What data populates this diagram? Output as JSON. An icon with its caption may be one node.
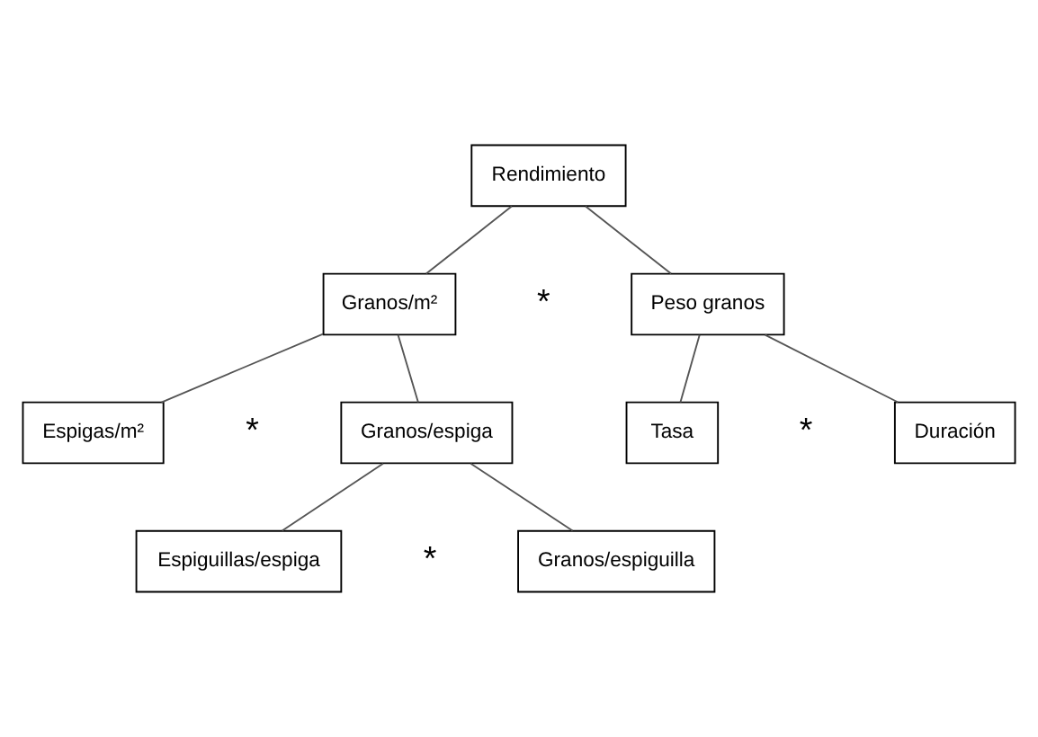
{
  "diagram": {
    "nodes": [
      {
        "text": [
          "Rendimiento"
        ]
      },
      {
        "text": [
          "Granos/m²"
        ]
      },
      {
        "text": [
          "Peso granos"
        ]
      },
      {
        "text": [
          "Espigas/m²"
        ]
      },
      {
        "text": [
          "Granos/espiga"
        ]
      },
      {
        "text": [
          "Tasa"
        ]
      },
      {
        "text": [
          "Duración"
        ]
      },
      {
        "text": [
          "Espiguillas/espiga"
        ]
      },
      {
        "text": [
          "Granos/espiguilla"
        ]
      }
    ],
    "edges": [
      {
        "from": 0,
        "to": 1,
        "arrow": "none"
      },
      {
        "from": 0,
        "to": 2,
        "arrow": "none"
      },
      {
        "from": 1,
        "to": 3,
        "arrow": "none"
      },
      {
        "from": 1,
        "to": 4,
        "arrow": "none"
      },
      {
        "from": 2,
        "to": 5,
        "arrow": "none"
      },
      {
        "from": 2,
        "to": 6,
        "arrow": "none"
      },
      {
        "from": 4,
        "to": 7,
        "arrow": "none"
      },
      {
        "from": 4,
        "to": 8,
        "arrow": "none"
      }
    ],
    "labels": [
      "*",
      "*",
      "*",
      "*"
    ]
  }
}
